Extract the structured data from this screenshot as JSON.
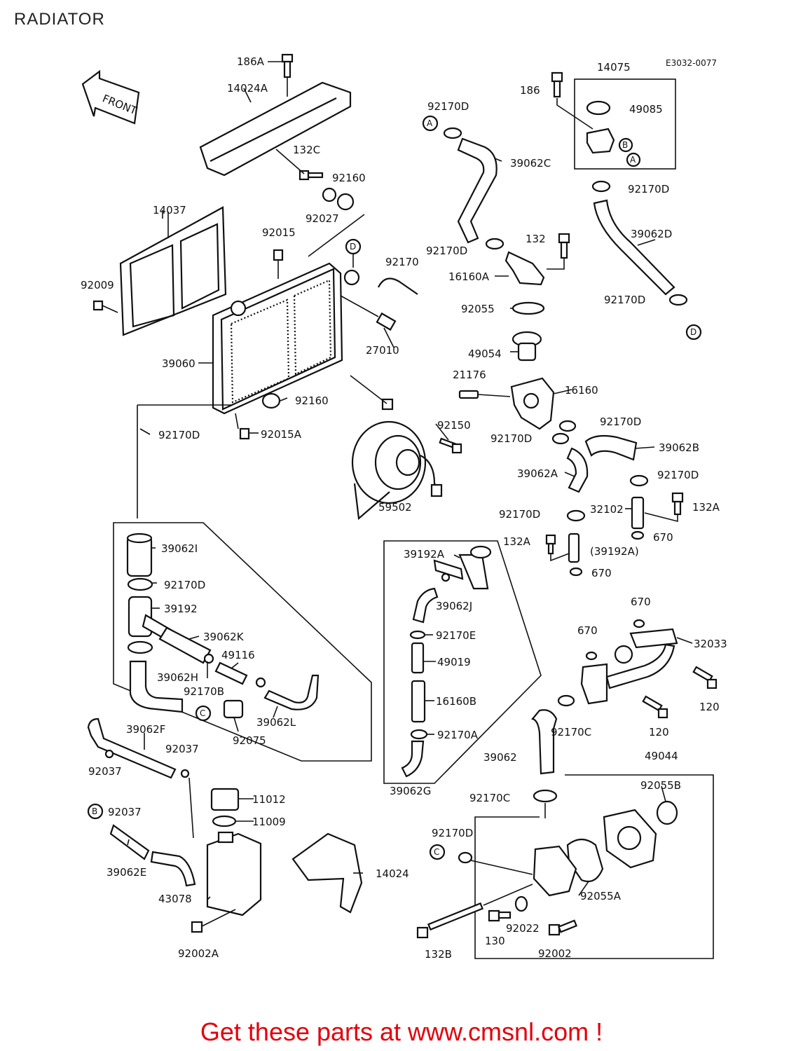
{
  "page": {
    "title": "RADIATOR",
    "drawing_code": "E3032-0077",
    "front_label": "FRONT",
    "footer": "Get these parts at www.cmsnl.com !",
    "footer_color": "#e3000b"
  },
  "callouts": {
    "A": "A",
    "B": "B",
    "C": "C",
    "D": "D"
  },
  "parts": {
    "p186A": "186A",
    "p14024A": "14024A",
    "p132C": "132C",
    "p92160a": "92160",
    "p92027": "92027",
    "p14037": "14037",
    "p92015": "92015",
    "p92009": "92009",
    "p39060": "39060",
    "p92160b": "92160",
    "p92015A": "92015A",
    "p92170Da": "92170D",
    "p92170": "92170",
    "p27010": "27010",
    "p92150": "92150",
    "p59502": "59502",
    "p14075": "14075",
    "p186": "186",
    "p49085": "49085",
    "p92170Db": "92170D",
    "p39062C": "39062C",
    "p92170Dc": "92170D",
    "p39062D": "39062D",
    "p92170Dd": "92170D",
    "p132": "132",
    "p16160A": "16160A",
    "p92170De": "92170D",
    "p92055": "92055",
    "p49054": "49054",
    "p21176": "21176",
    "p16160": "16160",
    "p92170Df": "92170D",
    "p92170Dg": "92170D",
    "p39062B": "39062B",
    "p39062A": "39062A",
    "p92170Dh": "92170D",
    "p32102": "32102",
    "p132Aa": "132A",
    "p92170Di": "92170D",
    "p132Ab": "132A",
    "p670a": "670",
    "p39192Ap": "(39192A)",
    "p670b": "670",
    "p39062I": "39062I",
    "p92170Dj": "92170D",
    "p39192": "39192",
    "p39062K": "39062K",
    "p49116": "49116",
    "p39062H": "39062H",
    "p92170B": "92170B",
    "p92075": "92075",
    "p39062L": "39062L",
    "p39192A": "39192A",
    "p39062J": "39062J",
    "p92170E": "92170E",
    "p49019": "49019",
    "p16160B": "16160B",
    "p92170A": "92170A",
    "p39062G": "39062G",
    "p670c": "670",
    "p670d": "670",
    "p32033": "32033",
    "p120a": "120",
    "p120b": "120",
    "p92170C": "92170C",
    "p39062": "39062",
    "p49044": "49044",
    "p92055B": "92055B",
    "p92170Ca": "92170C",
    "p92170Dk": "92170D",
    "p92055A": "92055A",
    "p132B": "132B",
    "p130": "130",
    "p92022": "92022",
    "p92002": "92002",
    "p39062F": "39062F",
    "p92037a": "92037",
    "p92037b": "92037",
    "p92037c": "92037",
    "p39062E": "39062E",
    "p11012": "11012",
    "p11009": "11009",
    "p14024": "14024",
    "p43078": "43078",
    "p92002A": "92002A"
  }
}
